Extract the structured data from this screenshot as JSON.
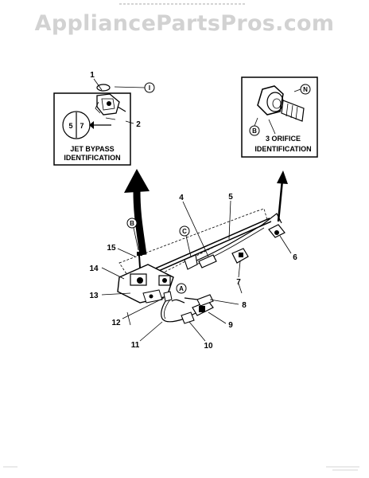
{
  "watermark": "AppliancePartsPros.com",
  "left_box": {
    "title_line1": "JET BYPASS",
    "title_line2": "IDENTIFICATION",
    "jet_label_a": "5",
    "jet_label_b": "7"
  },
  "right_box": {
    "title_line1": "3 ORIFICE",
    "title_line2": "IDENTIFICATION"
  },
  "callouts": [
    "1",
    "2",
    "4",
    "5",
    "6",
    "7",
    "8",
    "9",
    "10",
    "11",
    "12",
    "13",
    "14",
    "15"
  ],
  "circle_letters": {
    "l": "I",
    "n": "N",
    "b": "B",
    "c": "C",
    "a": "A"
  }
}
